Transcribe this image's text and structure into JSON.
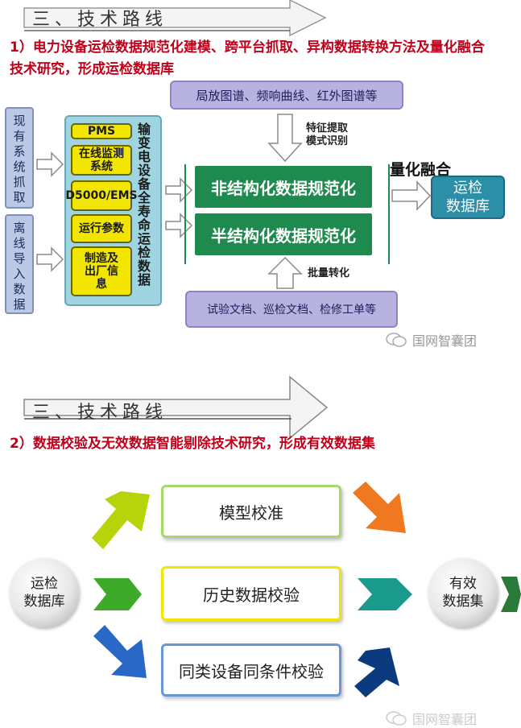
{
  "section1": {
    "banner": "三、技术路线",
    "title": "1）电力设备运检数据规范化建模、跨平台抓取、异构数据转换方法及量化融合技术研究，形成运检数据库",
    "existing_capture": "现有系统抓取",
    "offline_import": "离线导入数据",
    "systems": [
      "PMS",
      "在线监测系统",
      "D5000/EMS",
      "运行参数",
      "制造及出厂信息"
    ],
    "lifecycle_label": "输变电设备全寿命运检数据",
    "top_source": "局放图谱、频响曲线、红外图谱等",
    "feature_label": "特征提取\n模式识别",
    "unstructured": "非结构化数据规范化",
    "semi_structured": "半结构化数据规范化",
    "batch_label": "批量转化",
    "bottom_source": "试验文档、巡检文档、检修工单等",
    "quant_fusion": "量化融合",
    "output_db": "运检\n数据库",
    "watermark": "国网智囊团"
  },
  "section2": {
    "banner": "三、技术路线",
    "title": "2）数据校验及无效数据智能剔除技术研究，形成有效数据集",
    "input": "运检\n数据库",
    "checks": [
      "模型校准",
      "历史数据校验",
      "同类设备同条件校验"
    ],
    "output": "有效\n数据集",
    "watermark": "国网智囊团"
  },
  "colors": {
    "title_red": "#c0001a",
    "green": "#1f8a4e",
    "yellow": "#f2e600",
    "teal": "#2d8fa7",
    "lavender": "#b8b2e0"
  }
}
